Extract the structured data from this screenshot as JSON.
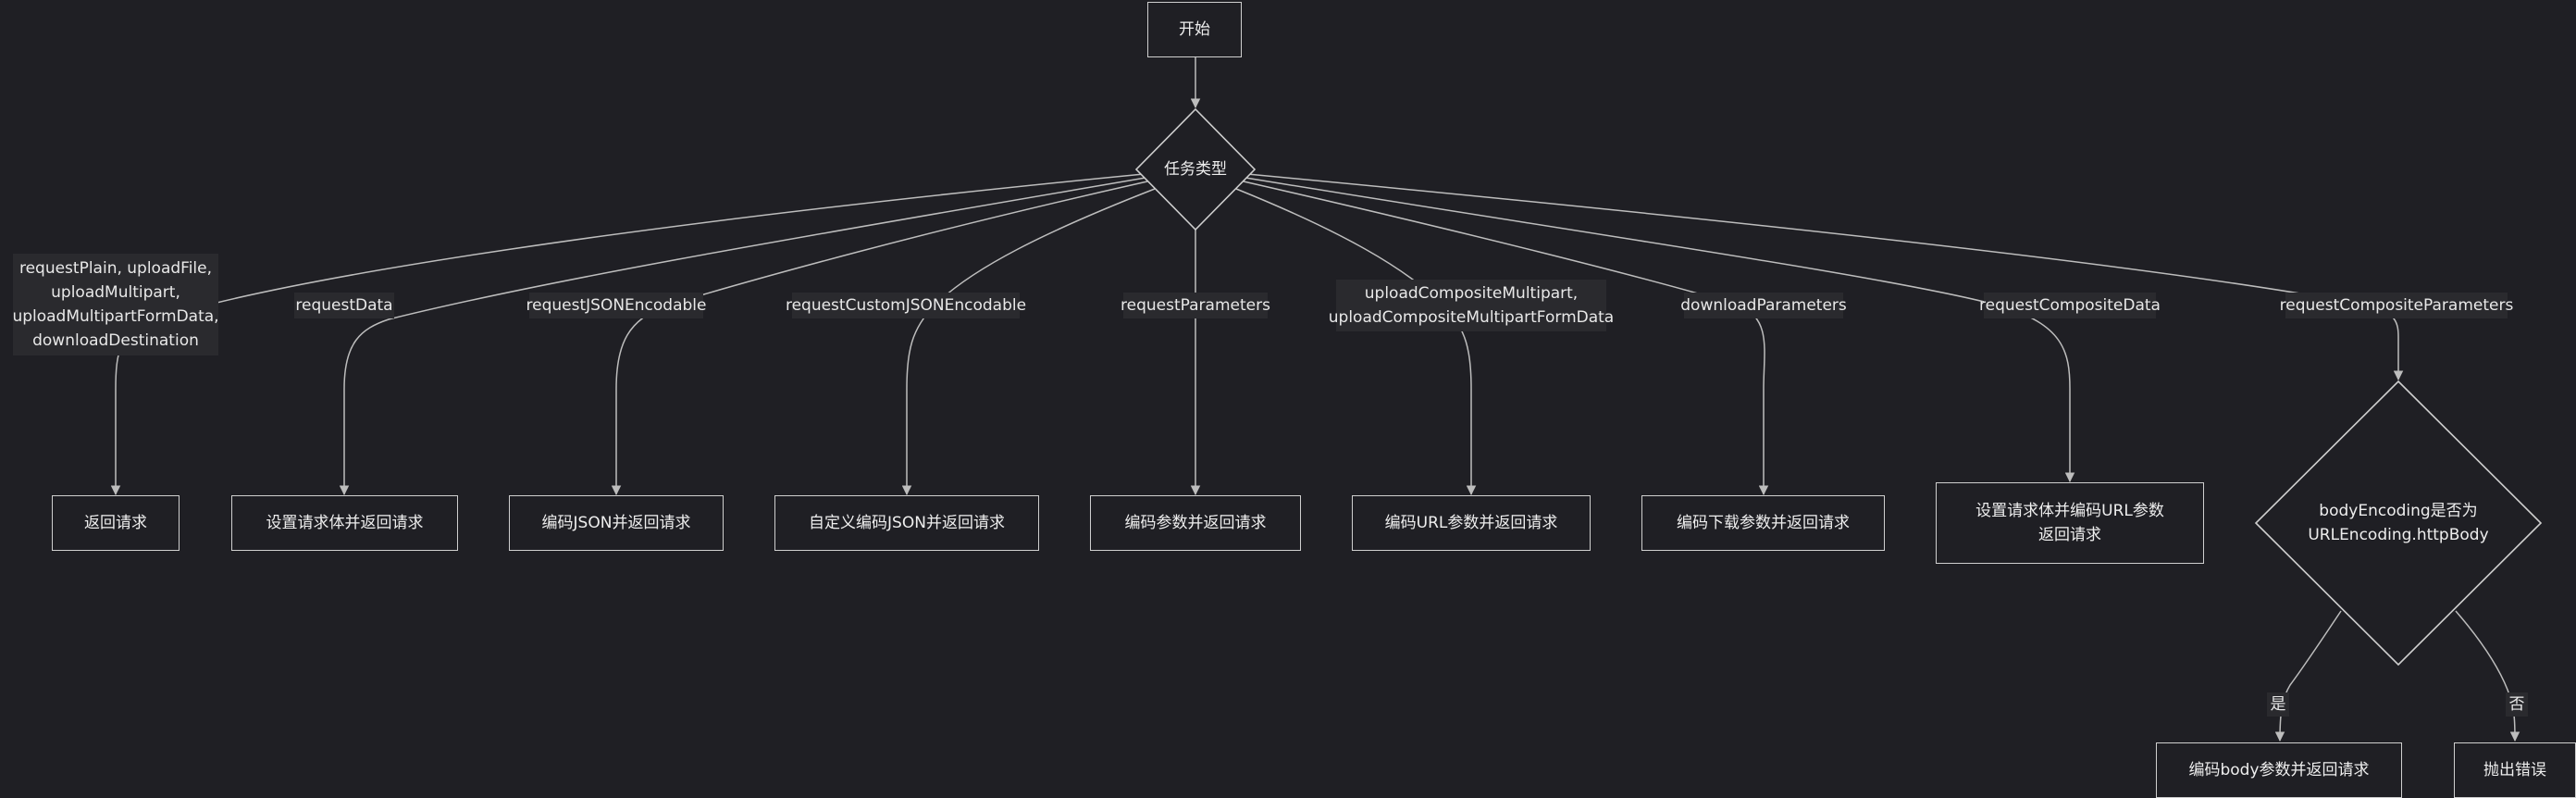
{
  "nodes": {
    "start": "开始",
    "task_type": "任务类型",
    "return_request": "返回请求",
    "set_body_return": "设置请求体并返回请求",
    "encode_json_return": "编码JSON并返回请求",
    "custom_json_return": "自定义编码JSON并返回请求",
    "encode_params_return": "编码参数并返回请求",
    "encode_url_params_return": "编码URL参数并返回请求",
    "encode_download_params_return": "编码下载参数并返回请求",
    "set_body_encode_url_line1": "设置请求体并编码URL参数",
    "set_body_encode_url_line2": "返回请求",
    "body_encoding_line1": "bodyEncoding是否为",
    "body_encoding_line2": "URLEncoding.httpBody",
    "encode_body_params_return": "编码body参数并返回请求",
    "throw_error": "抛出错误"
  },
  "edge_labels": {
    "plain_line1": "requestPlain, uploadFile,",
    "plain_line2": "uploadMultipart,",
    "plain_line3": "uploadMultipartFormData,",
    "plain_line4": "downloadDestination",
    "request_data": "requestData",
    "request_json_encodable": "requestJSONEncodable",
    "request_custom_json_encodable": "requestCustomJSONEncodable",
    "request_parameters": "requestParameters",
    "upload_composite_line1": "uploadCompositeMultipart,",
    "upload_composite_line2": "uploadCompositeMultipartFormData",
    "download_parameters": "downloadParameters",
    "request_composite_data": "requestCompositeData",
    "request_composite_parameters": "requestCompositeParameters",
    "yes": "是",
    "no": "否"
  },
  "colors": {
    "background": "#1f1f24",
    "node_border": "#cfcfcf",
    "edge": "#bdbdbd",
    "label_background": "#2a2a2e",
    "text": "#eeeeee"
  }
}
